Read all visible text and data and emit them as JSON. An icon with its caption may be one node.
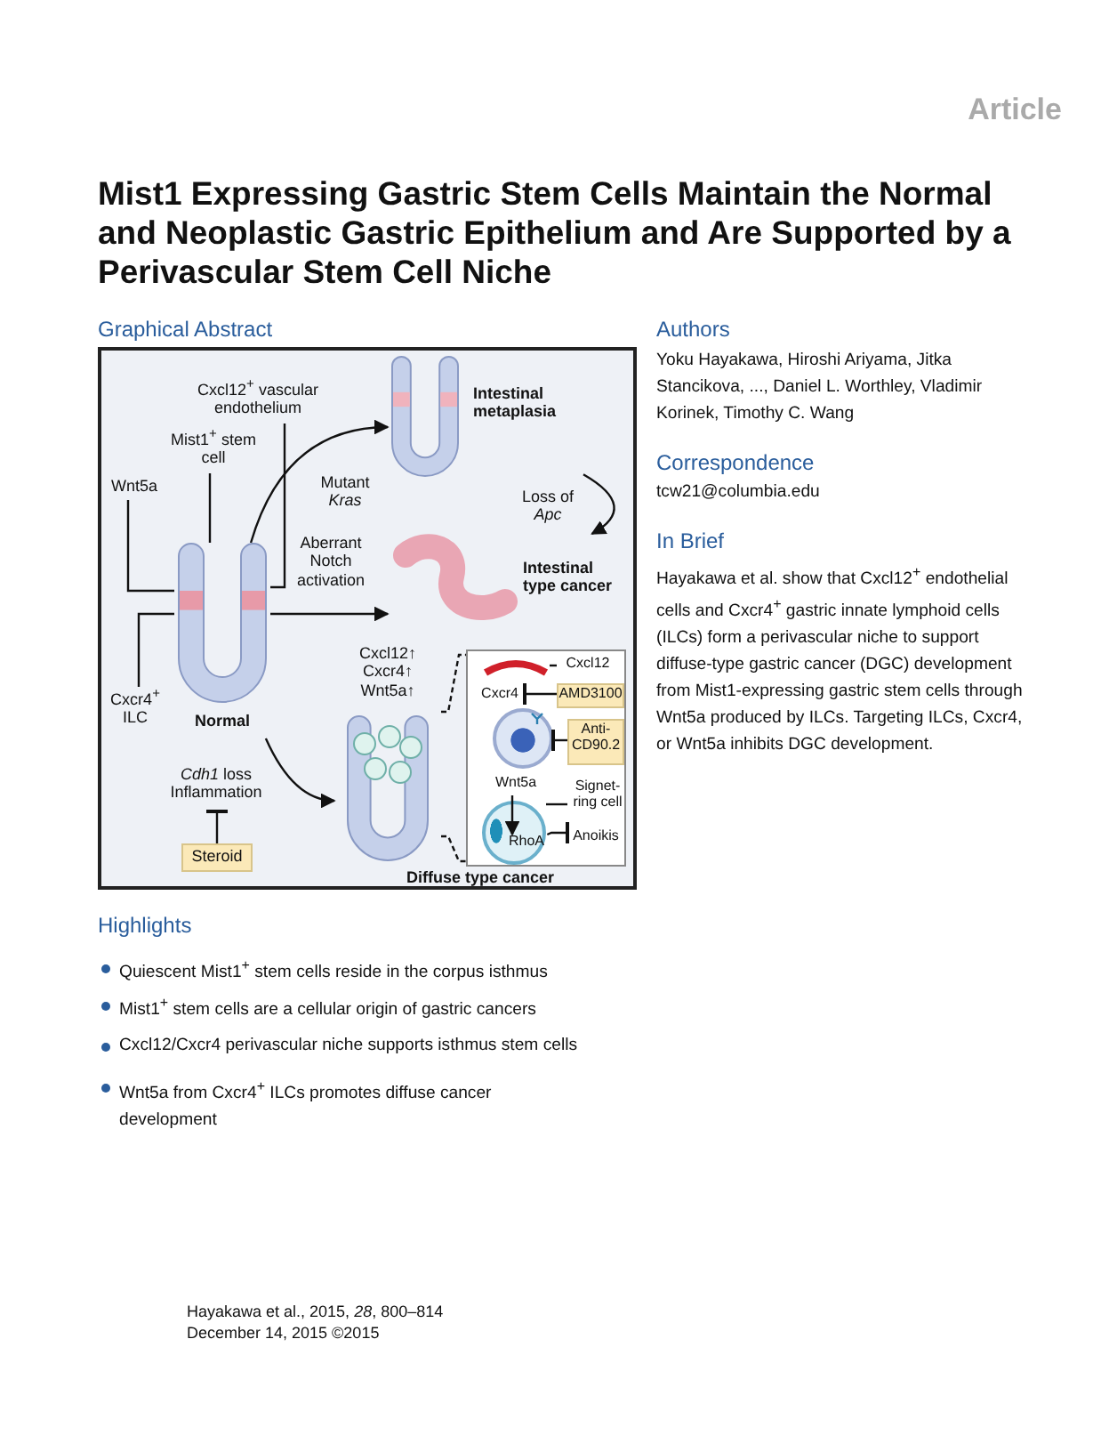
{
  "diagram": {
    "title": "Mist1 Expressing Gastric Stem Cells Maintain the Normal and Neoplastic Gastric Epithelium and Are Supported by a Perivascular Stem Cell Niche",
    "nodes": [
      {
        "text": [
          "Cxcl12$^{+}$ vascular endothelium"
        ]
      },
      {
        "text": [
          "Mist1$^{+}$ stem cell"
        ]
      },
      {
        "text": [
          "Wnt5a"
        ]
      },
      {
        "text": [
          "Cxcr4$^{+}$ ILC"
        ]
      },
      {
        "text": [
          "Normal"
        ]
      },
      {
        "text": [
          "Intestinal metaplasia"
        ]
      },
      {
        "text": [
          "Intestinal type cancer"
        ]
      },
      {
        "text": [
          "Cxcl12↑ Cxcr4↑ Wnt5a↑"
        ]
      },
      {
        "text": [
          "*Cdh1* loss Inflammation"
        ]
      },
      {
        "text": [
          "Steroid"
        ]
      },
      {
        "text": [],
        "shape": "box"
      },
      {
        "text": [
          "Cxcl12"
        ],
        "in": 10
      },
      {
        "text": [],
        "shape": "picture",
        "in": 10
      },
      {
        "text": [
          "Cxcr4"
        ],
        "in": 10
      },
      {
        "text": [
          "AMD3100"
        ],
        "in": 10
      },
      {
        "text": [],
        "shape": "circle",
        "in": 10
      },
      {
        "text": [
          "Anti-CD90.2"
        ],
        "in": 10
      },
      {
        "text": [
          "Wnt5a"
        ],
        "in": 10
      },
      {
        "text": [
          "Signet-ring cell"
        ],
        "in": 10
      },
      {
        "text": [],
        "shape": "circle",
        "in": 10
      },
      {
        "text": [
          "RhoA"
        ],
        "in": 19
      },
      {
        "text": [
          "Anoikis"
        ],
        "in": 10
      }
    ],
    "edges": [
      {
        "from": 0,
        "to": 4,
        "arrow": "none"
      },
      {
        "from": 1,
        "to": 4,
        "arrow": "none"
      },
      {
        "from": 2,
        "to": 4,
        "arrow": "none"
      },
      {
        "from": 3,
        "to": 4,
        "arrow": "none"
      },
      {
        "from": 4,
        "to": 5,
        "arrow": "to",
        "label": "Mutant *Kras*"
      },
      {
        "from": 5,
        "to": 6,
        "arrow": "to",
        "label": "Loss of *Apc*"
      },
      {
        "from": 4,
        "to": 6,
        "arrow": "to",
        "label": "Aberrant Notch activation"
      },
      {
        "from": 4,
        "to": 7,
        "arrow": "to"
      },
      {
        "from": 9,
        "to": 8,
        "arrow": "other"
      },
      {
        "from": 7,
        "to": 10,
        "arrow": "none",
        "style": "dashed"
      },
      {
        "from": 7,
        "to": 10,
        "arrow": "none",
        "style": "dashed"
      },
      {
        "from": 11,
        "to": 12,
        "arrow": "none"
      },
      {
        "from": 14,
        "to": 13,
        "arrow": "other"
      },
      {
        "from": 16,
        "to": 15,
        "arrow": "other"
      },
      {
        "from": 17,
        "to": 20,
        "arrow": "to"
      },
      {
        "from": 18,
        "to": 19,
        "arrow": "none"
      },
      {
        "from": 20,
        "to": 21,
        "arrow": "other"
      }
    ],
    "labels": [
      "Article",
      "Graphical Abstract",
      "Diffuse type cancer",
      "Authors",
      "Yoku Hayakawa, Hiroshi Ariyama, Jitka Stancikova, ..., Daniel L. Worthley, Vladimir Korinek, Timothy C. Wang",
      "Correspondence",
      "tcw21@columbia.edu",
      "In Brief",
      "Hayakawa et al. show that Cxcl12$^{+}$ endothelial cells and Cxcr4$^{+}$ gastric innate lymphoid cells (ILCs) form a perivascular niche to support diffuse-type gastric cancer (DGC) development from Mist1-expressing gastric stem cells through Wnt5a produced by ILCs. Targeting ILCs, Cxcr4, or Wnt5a inhibits DGC development.",
      "Highlights",
      "Quiescent Mist1$^{+}$ stem cells reside in the corpus isthmus",
      "Mist1$^{+}$ stem cells are a cellular origin of gastric cancers",
      "Cxcl12/Cxcr4 perivascular niche supports isthmus stem cells",
      "Wnt5a from Cxcr4$^{+}$ ILCs promotes diffuse cancer development",
      "Hayakawa et al., 2015, *28*, 800–814",
      "December 14, 2015 ©2015"
    ]
  }
}
